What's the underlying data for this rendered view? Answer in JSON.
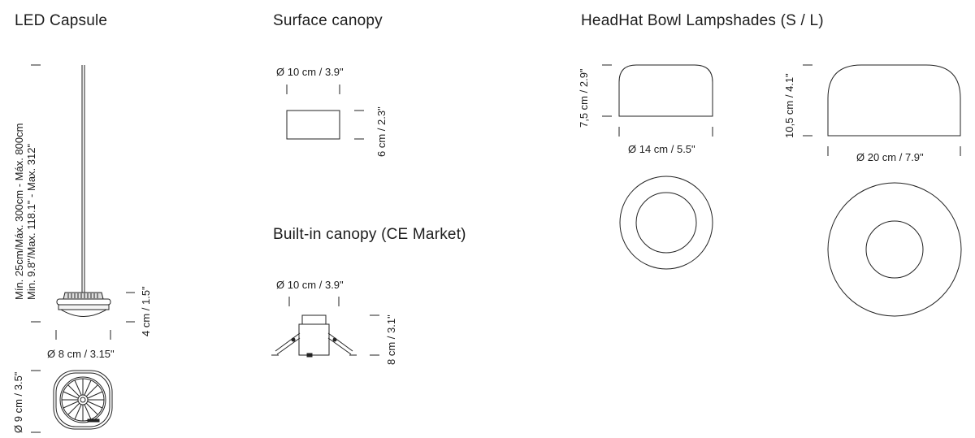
{
  "sections": {
    "led_capsule": {
      "title": "LED Capsule",
      "cable_length_metric": "Mín. 25cm/Máx. 300cm - Máx. 800cm",
      "cable_length_imperial": "Min. 9.8\"/Max. 118.1\" - Max. 312\"",
      "height": "4 cm / 1.5\"",
      "diameter": "Ø 8 cm / 3.15\"",
      "top_diameter": "Ø 9 cm / 3.5\""
    },
    "surface_canopy": {
      "title": "Surface canopy",
      "diameter": "Ø 10 cm / 3.9\"",
      "height": "6 cm / 2.3\""
    },
    "builtin_canopy": {
      "title": "Built-in canopy (CE Market)",
      "diameter": "Ø 10 cm / 3.9\"",
      "height": "8 cm / 3.1\""
    },
    "headhat": {
      "title": "HeadHat Bowl Lampshades (S / L)",
      "small_height": "7,5 cm / 2.9\"",
      "small_diameter": "Ø 14 cm / 5.5\"",
      "large_height": "10,5 cm / 4.1\"",
      "large_diameter": "Ø 20 cm / 7.9\""
    }
  },
  "colors": {
    "line": "#222222",
    "background": "#ffffff"
  }
}
